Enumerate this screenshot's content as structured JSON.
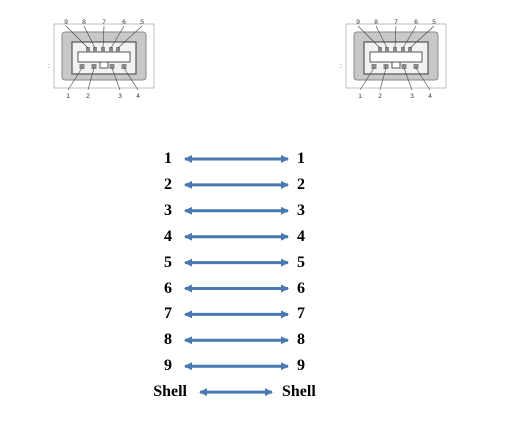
{
  "connectors": [
    {
      "side": "left",
      "side_mark": ":",
      "top_pins": [
        "9",
        "8",
        "7",
        "6",
        "5"
      ],
      "bottom_pins": [
        "1",
        "2",
        "3",
        "4"
      ]
    },
    {
      "side": "right",
      "side_mark": ":",
      "top_pins": [
        "9",
        "8",
        "7",
        "6",
        "5"
      ],
      "bottom_pins": [
        "1",
        "2",
        "3",
        "4"
      ]
    }
  ],
  "pin_map": [
    {
      "left": "1",
      "right": "1"
    },
    {
      "left": "2",
      "right": "2"
    },
    {
      "left": "3",
      "right": "3"
    },
    {
      "left": "4",
      "right": "4"
    },
    {
      "left": "5",
      "right": "5"
    },
    {
      "left": "6",
      "right": "6"
    },
    {
      "left": "7",
      "right": "7"
    },
    {
      "left": "8",
      "right": "8"
    },
    {
      "left": "9",
      "right": "9"
    },
    {
      "left": "Shell",
      "right": "Shell"
    }
  ],
  "colors": {
    "arrow": "#4a78b0",
    "housing_fill": "#c8c8c8",
    "housing_stroke": "#8a8a8a",
    "receptacle_fill": "#f2f2f2"
  }
}
